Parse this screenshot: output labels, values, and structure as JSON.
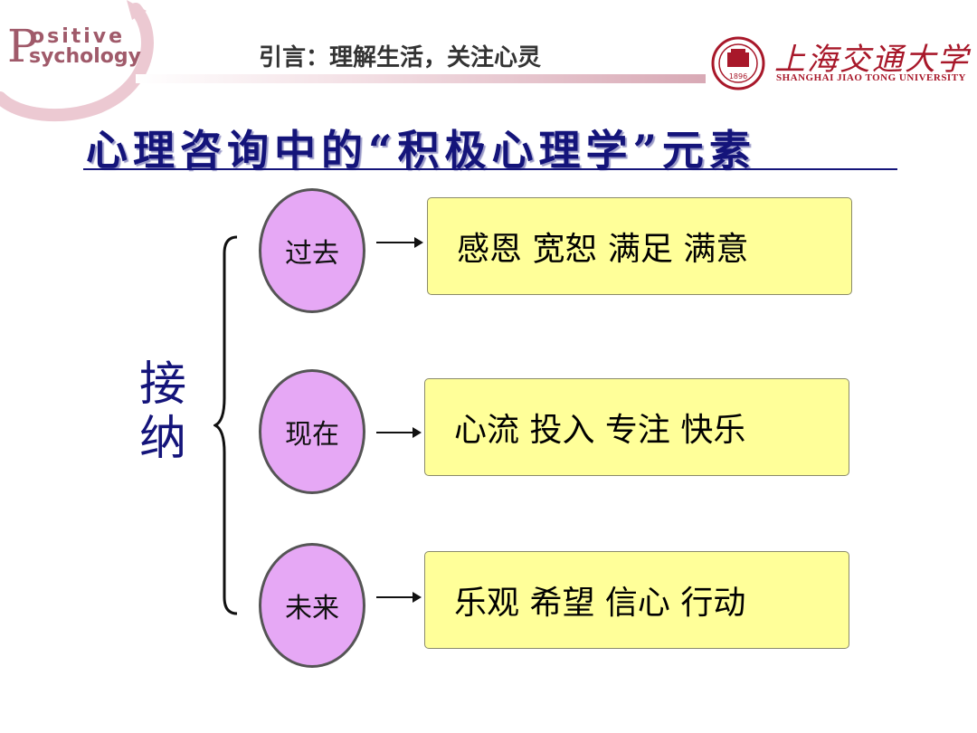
{
  "header": {
    "logo_line1": "ositive",
    "logo_line2": "sychology",
    "logo_big": "P",
    "subtitle": "引言：理解生活，关注心灵",
    "university_cn": "上海交通大学",
    "university_en": "SHANGHAI JIAO TONG UNIVERSITY",
    "seal_year": "1896"
  },
  "title": "心理咨询中的“积极心理学”元素",
  "left_label": "接纳",
  "rows": [
    {
      "circle": "过去",
      "box": "感恩  宽恕  满足  满意"
    },
    {
      "circle": "现在",
      "box": "心流  投入  专注  快乐"
    },
    {
      "circle": "未来",
      "box": "乐观  希望  信心  行动"
    }
  ],
  "colors": {
    "title": "#14147a",
    "circle_fill": "#e6a8f5",
    "box_fill": "#ffff99",
    "brand_red": "#a8182a",
    "logo_pink": "#a05a6a"
  }
}
